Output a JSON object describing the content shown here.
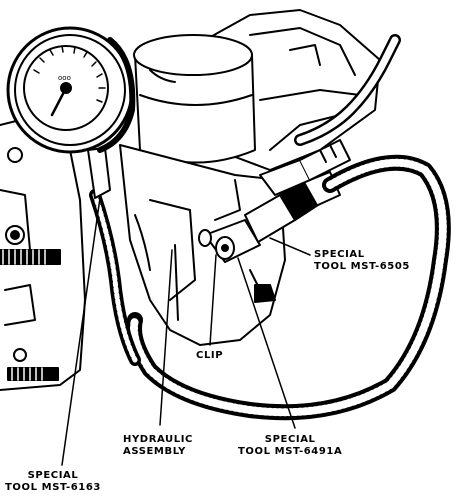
{
  "labels": {
    "mst6505": {
      "line1": "SPECIAL",
      "line2": "TOOL MST-6505"
    },
    "clip": "CLIP",
    "hydraulic": {
      "line1": "HYDRAULIC",
      "line2": "ASSEMBLY"
    },
    "mst6491a": {
      "line1": "SPECIAL",
      "line2": "TOOL MST-6491A"
    },
    "mst6163": {
      "line1": "SPECIAL",
      "line2": "TOOL MST-6163"
    }
  },
  "colors": {
    "ink": "#000000",
    "paper": "#ffffff"
  },
  "icons": [
    "pressure-gauge-icon"
  ]
}
